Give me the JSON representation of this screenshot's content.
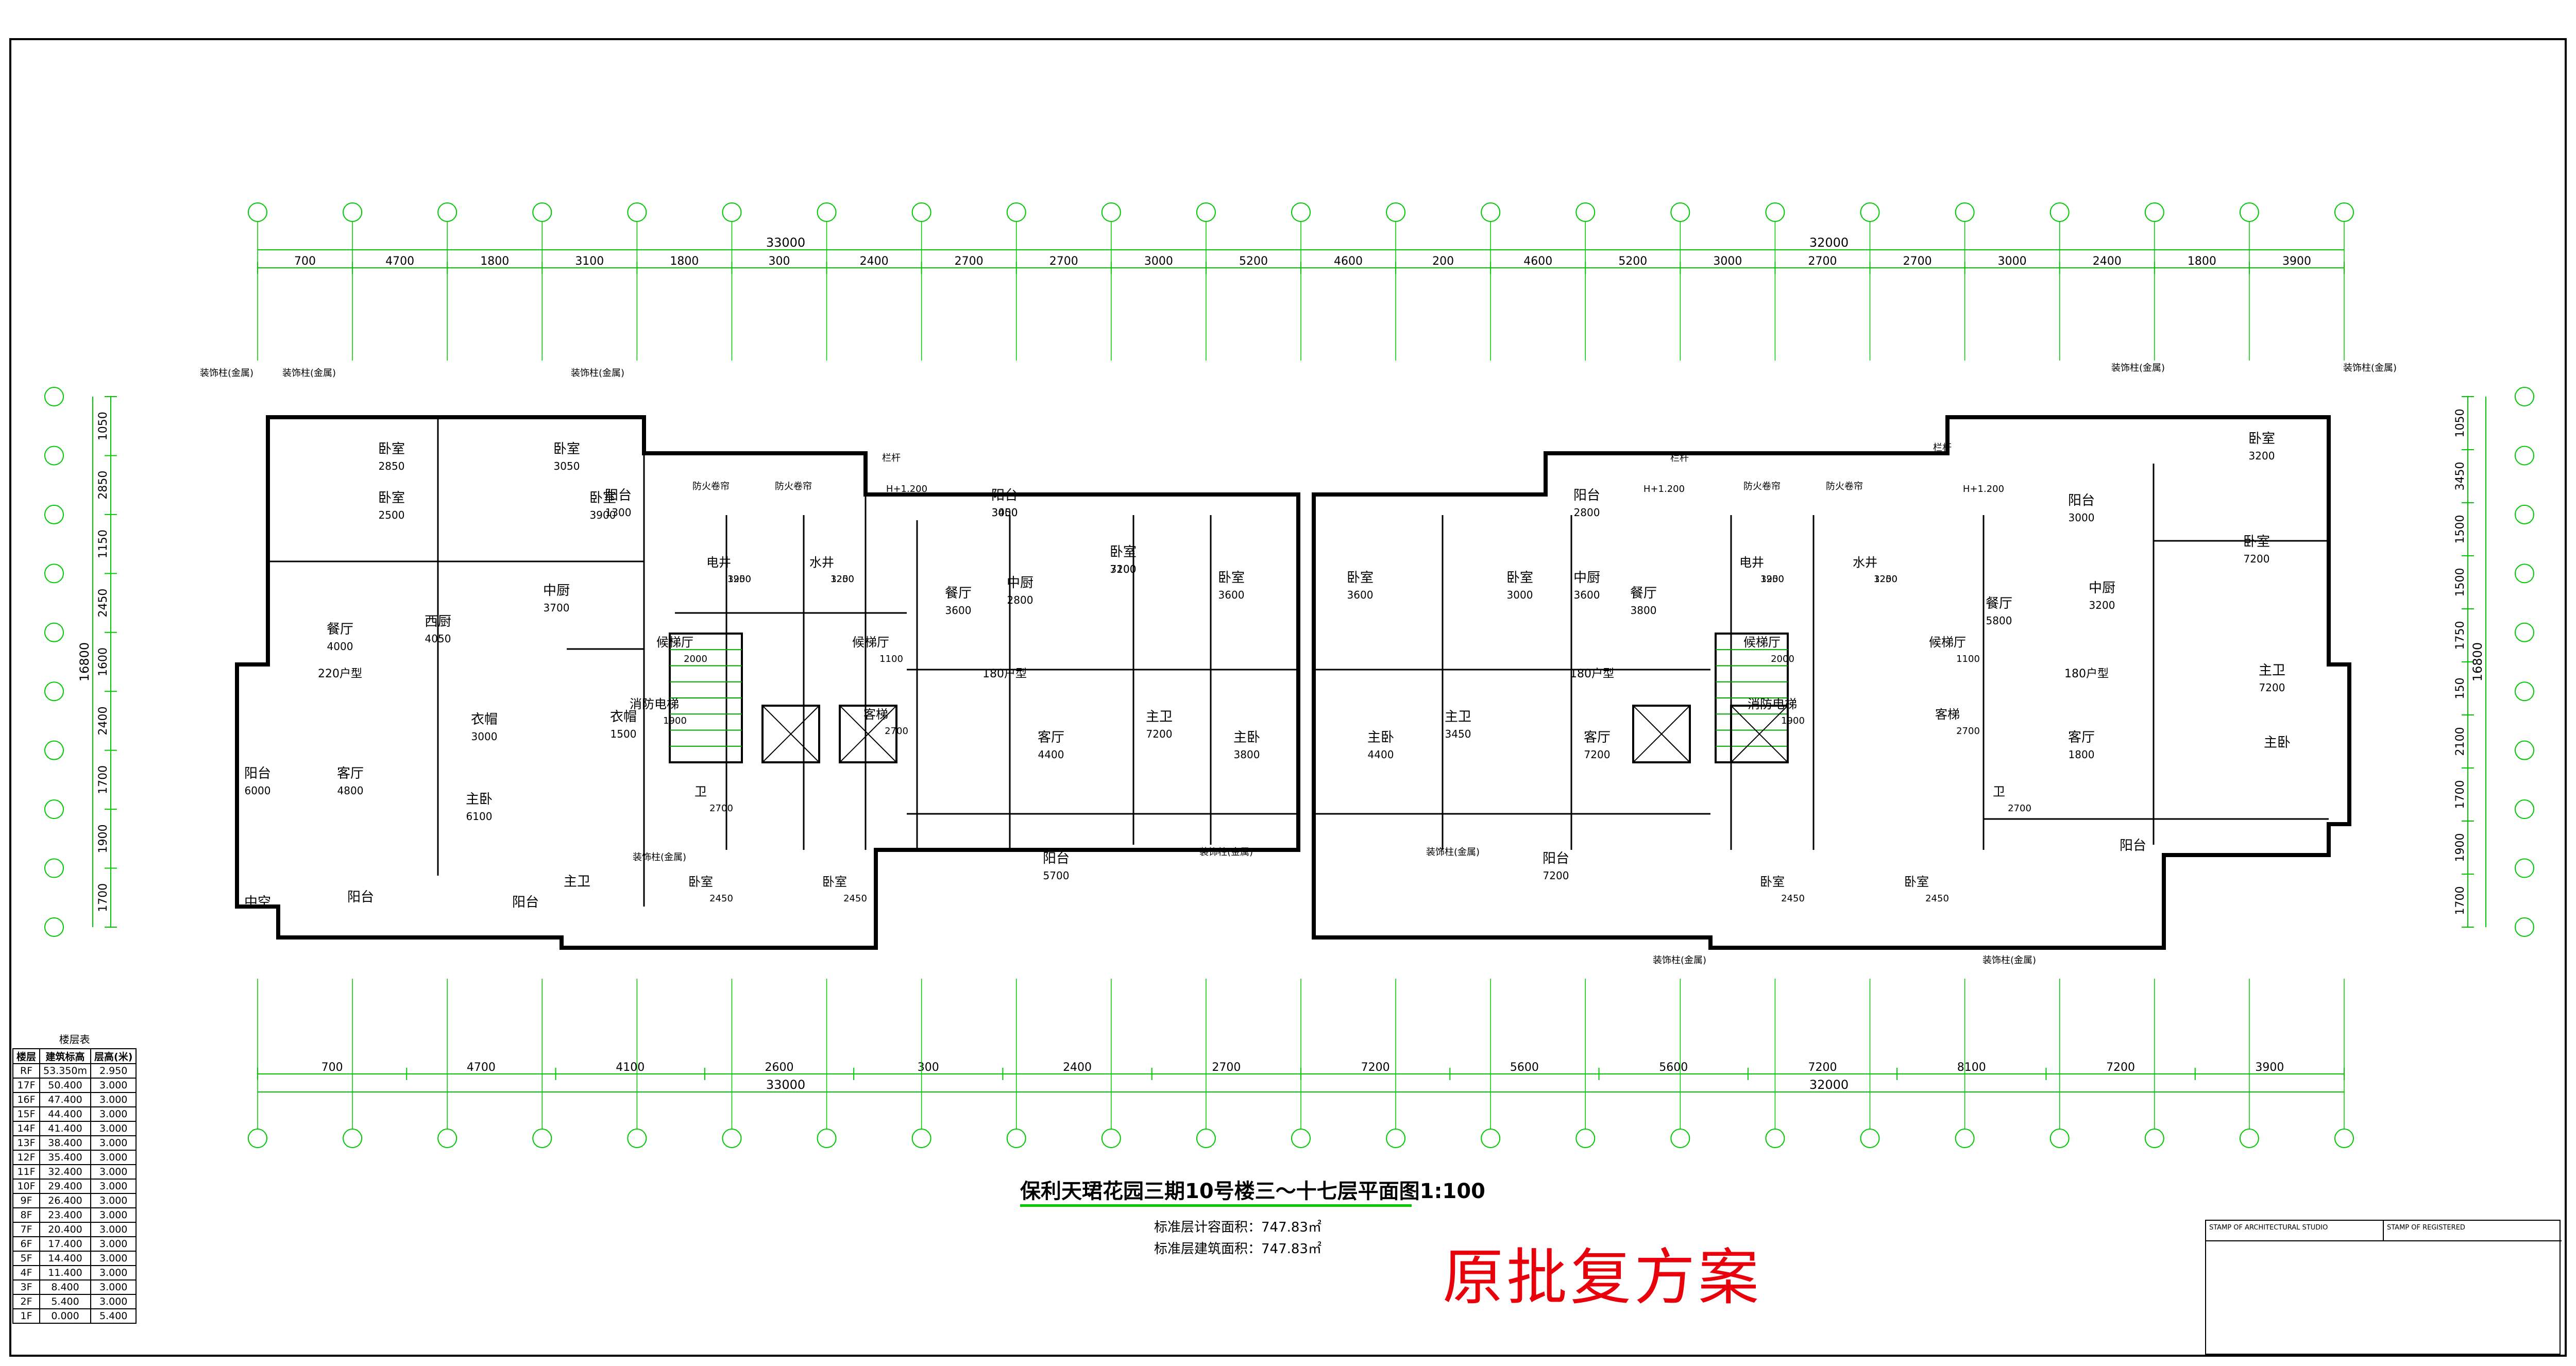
{
  "drawing": {
    "title": "保利天珺花园三期10号楼三～十七层平面图1:100",
    "area_counted": "标准层计容面积：747.83㎡",
    "area_built": "标准层建筑面积：747.83㎡",
    "stamp": "原批复方案",
    "colors": {
      "dimension": "#00c800",
      "wall": "#000000",
      "stamp": "#e8000a",
      "marker": "#e00000"
    }
  },
  "top_dims": {
    "segments": [
      "700",
      "4700",
      "1800",
      "3100",
      "1800",
      "300",
      "2400",
      "2700",
      "2700",
      "3000",
      "5200",
      "4600",
      "200",
      "4600",
      "5200",
      "3000",
      "2700",
      "2700",
      "3000",
      "2400",
      "1800",
      "3900"
    ],
    "totals": [
      "33000",
      "32000"
    ]
  },
  "bottom_dims": {
    "segments": [
      "700",
      "4700",
      "4100",
      "2600",
      "300",
      "2400",
      "2700",
      "7200",
      "5600",
      "5600",
      "7200",
      "8100",
      "7200",
      "3900"
    ],
    "totals": [
      "33000",
      "32000"
    ]
  },
  "left_dims": {
    "segments": [
      "1050",
      "2850",
      "1150",
      "2450",
      "1600",
      "2400",
      "1700",
      "1900",
      "1700"
    ],
    "total": "16800"
  },
  "right_dims": {
    "segments": [
      "1050",
      "3450",
      "1500",
      "1500",
      "1750",
      "150",
      "2100",
      "1700",
      "1900",
      "1700"
    ],
    "total": "16800"
  },
  "units": [
    {
      "type": "220户型",
      "rooms": [
        "卧室",
        "卧室",
        "卧室",
        "卧室",
        "阳台",
        "中厨",
        "西厨",
        "餐厅",
        "客厅",
        "阳台",
        "衣帽",
        "主卧",
        "衣帽",
        "主卫",
        "阳台",
        "阳台",
        "中空"
      ],
      "dims": [
        "2850",
        "2500",
        "3050",
        "3900",
        "1300",
        "3700",
        "4050",
        "4000",
        "4800",
        "6000",
        "3000",
        "6100",
        "1500"
      ]
    },
    {
      "type": "180户型",
      "rooms": [
        "阳台",
        "卧室",
        "中厨",
        "卧室",
        "餐厅",
        "主卫",
        "客厅",
        "主卧",
        "阳台"
      ],
      "dims": [
        "3000",
        "3100",
        "2800",
        "3600",
        "3600",
        "7200",
        "4400",
        "3800",
        "5700",
        "3450",
        "7200"
      ]
    },
    {
      "type": "180户型",
      "rooms": [
        "阳台",
        "卧室",
        "卧室",
        "中厨",
        "餐厅",
        "主卫",
        "主卧",
        "客厅",
        "阳台"
      ],
      "dims": [
        "2800",
        "3600",
        "3000",
        "3600",
        "3800",
        "3450",
        "4400",
        "7200",
        "7200"
      ]
    },
    {
      "type": "180户型",
      "rooms": [
        "阳台",
        "中厨",
        "卧室",
        "卧室",
        "餐厅",
        "主卫",
        "客厅",
        "主卧",
        "阳台"
      ],
      "dims": [
        "3000",
        "3200",
        "3200",
        "7200",
        "5800",
        "7200",
        "1800"
      ]
    }
  ],
  "cores": [
    {
      "rooms": [
        "电井",
        "水井",
        "候梯厅",
        "候梯厅",
        "消防电梯",
        "客梯",
        "卫",
        "卧室",
        "卧室"
      ],
      "dims": [
        "1900",
        "1200",
        "2000",
        "1100",
        "1900",
        "2700",
        "2700",
        "2450",
        "2450",
        "3250",
        "3250"
      ]
    },
    {
      "rooms": [
        "电井",
        "水井",
        "候梯厅",
        "候梯厅",
        "消防电梯",
        "客梯",
        "卫",
        "卧室",
        "卧室"
      ],
      "dims": [
        "1900",
        "1200",
        "2000",
        "1100",
        "1900",
        "2700",
        "2700",
        "2450",
        "2450",
        "3250",
        "3250"
      ]
    }
  ],
  "annotations": {
    "deco_rail": "装饰柱(金属)",
    "fire_shutter": "防火卷帘",
    "railing": "栏杆",
    "elevation": "H+1.200"
  },
  "floor_table": {
    "caption": "楼层表",
    "headers": [
      "楼层",
      "建筑标高",
      "层高(米)"
    ],
    "rows": [
      [
        "RF",
        "53.350m",
        "2.950"
      ],
      [
        "17F",
        "50.400",
        "3.000"
      ],
      [
        "16F",
        "47.400",
        "3.000"
      ],
      [
        "15F",
        "44.400",
        "3.000"
      ],
      [
        "14F",
        "41.400",
        "3.000"
      ],
      [
        "13F",
        "38.400",
        "3.000"
      ],
      [
        "12F",
        "35.400",
        "3.000"
      ],
      [
        "11F",
        "32.400",
        "3.000"
      ],
      [
        "10F",
        "29.400",
        "3.000"
      ],
      [
        "9F",
        "26.400",
        "3.000"
      ],
      [
        "8F",
        "23.400",
        "3.000"
      ],
      [
        "7F",
        "20.400",
        "3.000"
      ],
      [
        "6F",
        "17.400",
        "3.000"
      ],
      [
        "5F",
        "14.400",
        "3.000"
      ],
      [
        "4F",
        "11.400",
        "3.000"
      ],
      [
        "3F",
        "8.400",
        "3.000"
      ],
      [
        "2F",
        "5.400",
        "3.000"
      ],
      [
        "1F",
        "0.000",
        "5.400"
      ]
    ]
  },
  "signoff": {
    "architect_stamp": "STAMP OF ARCHITECTURAL STUDIO",
    "registered_stamp": "STAMP OF REGISTERED"
  }
}
